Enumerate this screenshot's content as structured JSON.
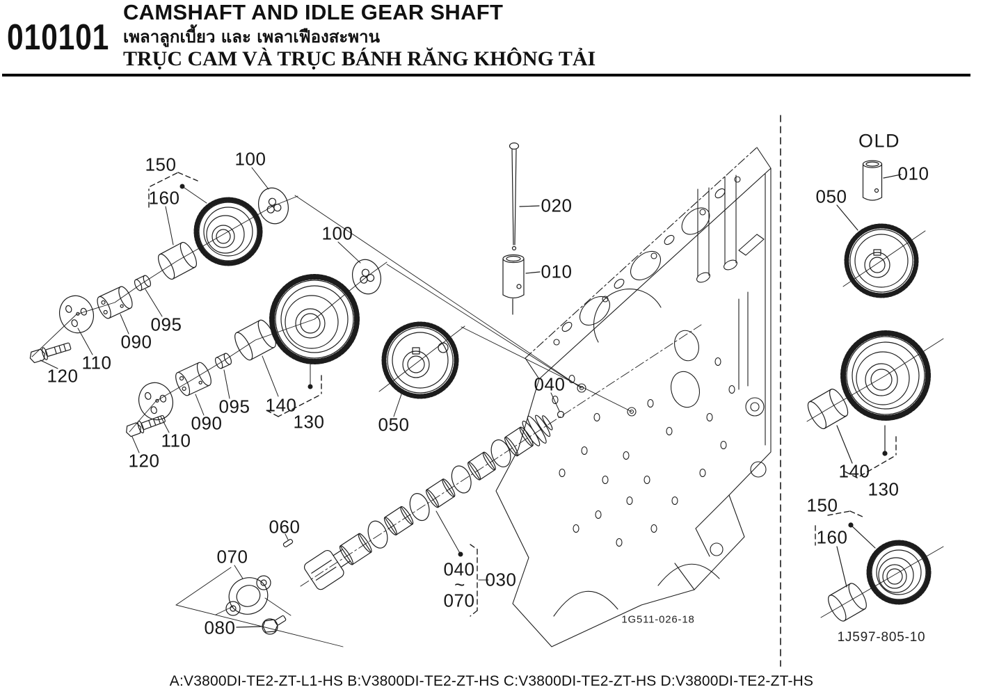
{
  "header": {
    "code": "010101",
    "title_en": "CAMSHAFT AND IDLE GEAR SHAFT",
    "title_th": "เพลาลูกเบี้ยว และ เพลาเฟืองสะพาน",
    "title_vi": "TRỤC CAM VÀ TRỤC BÁNH RĂNG KHÔNG TẢI"
  },
  "diagram": {
    "old_section_label": "OLD",
    "drawing_code_main": "1G511-026-18",
    "drawing_code_old": "1J597-805-10",
    "callouts": [
      "150",
      "160",
      "100",
      "100",
      "020",
      "010",
      "095",
      "090",
      "110",
      "120",
      "095",
      "090",
      "110",
      "120",
      "140",
      "130",
      "050",
      "040",
      "060",
      "070",
      "080",
      "040",
      "~",
      "070",
      "030",
      "010",
      "050",
      "140",
      "130",
      "150",
      "160"
    ]
  },
  "footer": {
    "models": "A:V3800DI-TE2-ZT-L1-HS B:V3800DI-TE2-ZT-HS C:V3800DI-TE2-ZT-HS D:V3800DI-TE2-ZT-HS"
  }
}
